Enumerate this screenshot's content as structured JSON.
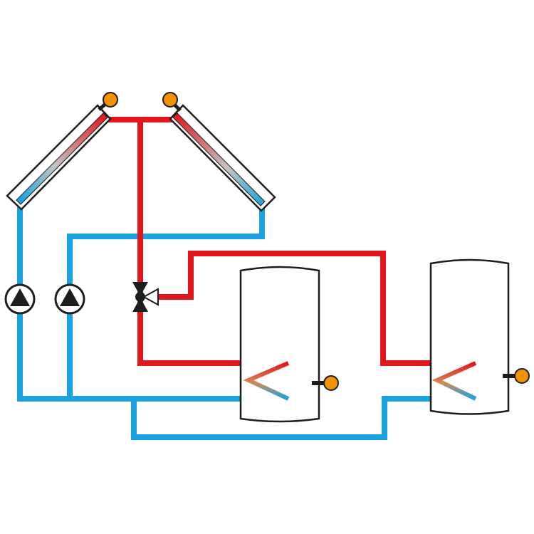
{
  "colors": {
    "hot": "#e3161b",
    "cold": "#1aa3e0",
    "sensor": "#f39200",
    "outline": "#1d1d1b",
    "background": "#ffffff"
  },
  "components": {
    "collectors": [
      {
        "name": "left-solar-collector",
        "icon": "solar-collector-icon"
      },
      {
        "name": "right-solar-collector",
        "icon": "solar-collector-icon"
      }
    ],
    "pumps": [
      {
        "name": "pump-1",
        "icon": "circulation-pump-icon"
      },
      {
        "name": "pump-2",
        "icon": "circulation-pump-icon"
      }
    ],
    "valve": {
      "name": "three-way-valve",
      "icon": "three-way-valve-icon"
    },
    "tanks": [
      {
        "name": "storage-tank-1",
        "icon": "storage-tank-icon"
      },
      {
        "name": "storage-tank-2",
        "icon": "storage-tank-icon"
      }
    ],
    "sensors": [
      {
        "name": "collector-sensor-left",
        "icon": "temperature-sensor-icon"
      },
      {
        "name": "collector-sensor-right",
        "icon": "temperature-sensor-icon"
      },
      {
        "name": "tank-sensor-1",
        "icon": "temperature-sensor-icon"
      },
      {
        "name": "tank-sensor-2",
        "icon": "temperature-sensor-icon"
      }
    ]
  }
}
